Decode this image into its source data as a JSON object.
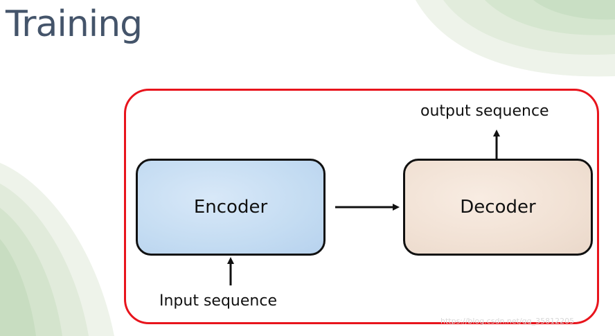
{
  "slide": {
    "title": "Training"
  },
  "diagram": {
    "encoder_label": "Encoder",
    "decoder_label": "Decoder",
    "input_label": "Input sequence",
    "output_label": "output sequence"
  },
  "watermark": {
    "text": "https://blog.csdn.net/qq_35812205"
  },
  "colors": {
    "title": "#44546a",
    "frame_border": "#e8141c",
    "encoder_fill": "#c4dcf2",
    "decoder_fill": "#f1e1d4"
  }
}
